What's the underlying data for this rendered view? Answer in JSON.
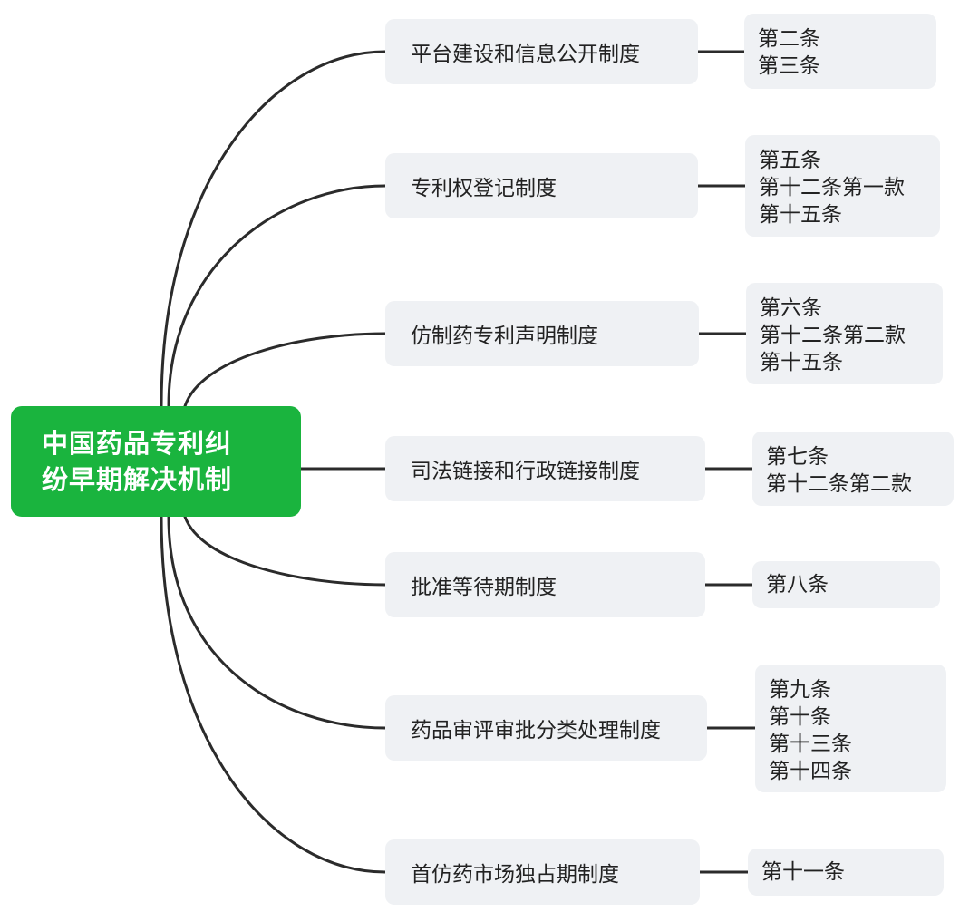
{
  "root": {
    "line1": "中国药品专利纠",
    "line2": "纷早期解决机制"
  },
  "branches": [
    {
      "label": "平台建设和信息公开制度",
      "articles": [
        "第二条",
        "第三条"
      ]
    },
    {
      "label": "专利权登记制度",
      "articles": [
        "第五条",
        "第十二条第一款",
        "第十五条"
      ]
    },
    {
      "label": "仿制药专利声明制度",
      "articles": [
        "第六条",
        "第十二条第二款",
        "第十五条"
      ]
    },
    {
      "label": "司法链接和行政链接制度",
      "articles": [
        "第七条",
        "第十二条第二款"
      ]
    },
    {
      "label": "批准等待期制度",
      "articles": [
        "第八条"
      ]
    },
    {
      "label": "药品审评审批分类处理制度",
      "articles": [
        "第九条",
        "第十条",
        "第十三条",
        "第十四条"
      ]
    },
    {
      "label": "首仿药市场独占期制度",
      "articles": [
        "第十一条"
      ]
    }
  ],
  "colors": {
    "root": "#1ab43e",
    "node": "#eff1f4",
    "connector": "#2b2b2b"
  }
}
